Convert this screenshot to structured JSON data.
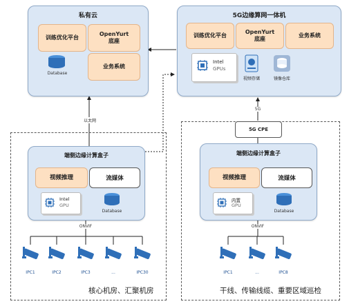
{
  "private_cloud": {
    "title": "私有云",
    "training": "训练优化平台",
    "openyurt_line1": "OpenYurt",
    "openyurt_line2": "底座",
    "database": "Database",
    "business": "业务系统"
  },
  "edge_5g": {
    "title": "5G边缘算网一体机",
    "training": "训练优化平台",
    "openyurt_line1": "OpenYurt",
    "openyurt_line2": "底座",
    "business": "业务系统",
    "gpu_line1": "Intel",
    "gpu_line2": "GPUs",
    "video_storage": "视频存储",
    "image_repo": "镜像仓库"
  },
  "link_labels": {
    "ethernet": "以太网",
    "fiveg": "5G",
    "cpe": "5G CPE"
  },
  "left_zone": {
    "box_title": "端侧边缘计算盒子",
    "video_infer": "视频推理",
    "streaming": "流媒体",
    "gpu_line1": "Intel",
    "gpu_line2": "GPU",
    "database": "Database",
    "onvif": "ONVIF",
    "cameras": [
      "IPC1",
      "IPC2",
      "IPC3",
      "...",
      "IPC30"
    ],
    "zone_label": "核心机房、汇聚机房"
  },
  "right_zone": {
    "box_title": "端侧边缘计算盒子",
    "video_infer": "视频推理",
    "streaming": "流媒体",
    "gpu_line1": "内置",
    "gpu_line2": "GPU",
    "database": "Database",
    "onvif": "ONVIF",
    "cameras": [
      "IPC1",
      "...",
      "IPC8"
    ],
    "zone_label": "干线、传输线缆、重要区域巡检"
  },
  "colors": {
    "cloud_fill": "#dbe7f5",
    "module_fill": "#fde0c2",
    "camera_blue": "#1d4f91"
  }
}
